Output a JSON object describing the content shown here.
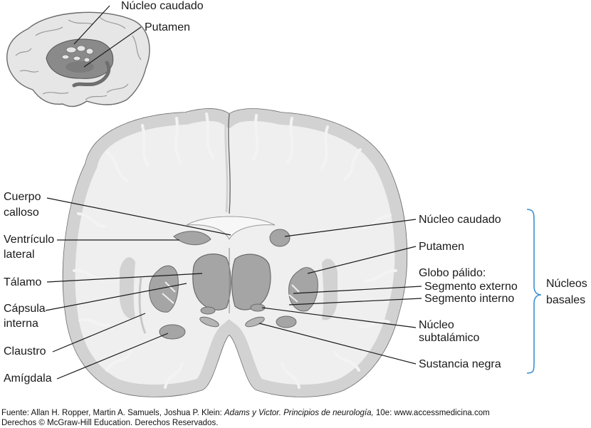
{
  "inset": {
    "label_caudate": "Núcleo caudado",
    "label_putamen": "Putamen"
  },
  "left_labels": {
    "cuerpo_1": "Cuerpo",
    "cuerpo_2": "calloso",
    "ventriculo_1": "Ventrículo",
    "ventriculo_2": "lateral",
    "talamo": "Tálamo",
    "capsula_1": "Cápsula",
    "capsula_2": "interna",
    "claustro": "Claustro",
    "amigdala": "Amígdala"
  },
  "right_labels": {
    "caudado": "Núcleo caudado",
    "putamen": "Putamen",
    "globo": "Globo pálido:",
    "seg_externo": "Segmento externo",
    "seg_interno": "Segmento interno",
    "subtal_1": "Núcleo",
    "subtal_2": "subtalámico",
    "sustancia": "Sustancia negra"
  },
  "bracket_label": {
    "line1": "Núcleos",
    "line2": "basales"
  },
  "colors": {
    "bracket": "#3a8fd0",
    "white_matter": "#efefef",
    "cortex": "#d2d2d2",
    "nuclei": "#a5a5a5",
    "outline": "#6b6b6b"
  },
  "credit": {
    "source_prefix": "Fuente: Allan H. Ropper, Martin A. Samuels, Joshua P. Klein: ",
    "book_title": "Adams y Victor. Principios de neurología,",
    "source_suffix": " 10e: www.accessmedicina.com",
    "rights": "Derechos © McGraw-Hill Education. Derechos Reservados."
  }
}
